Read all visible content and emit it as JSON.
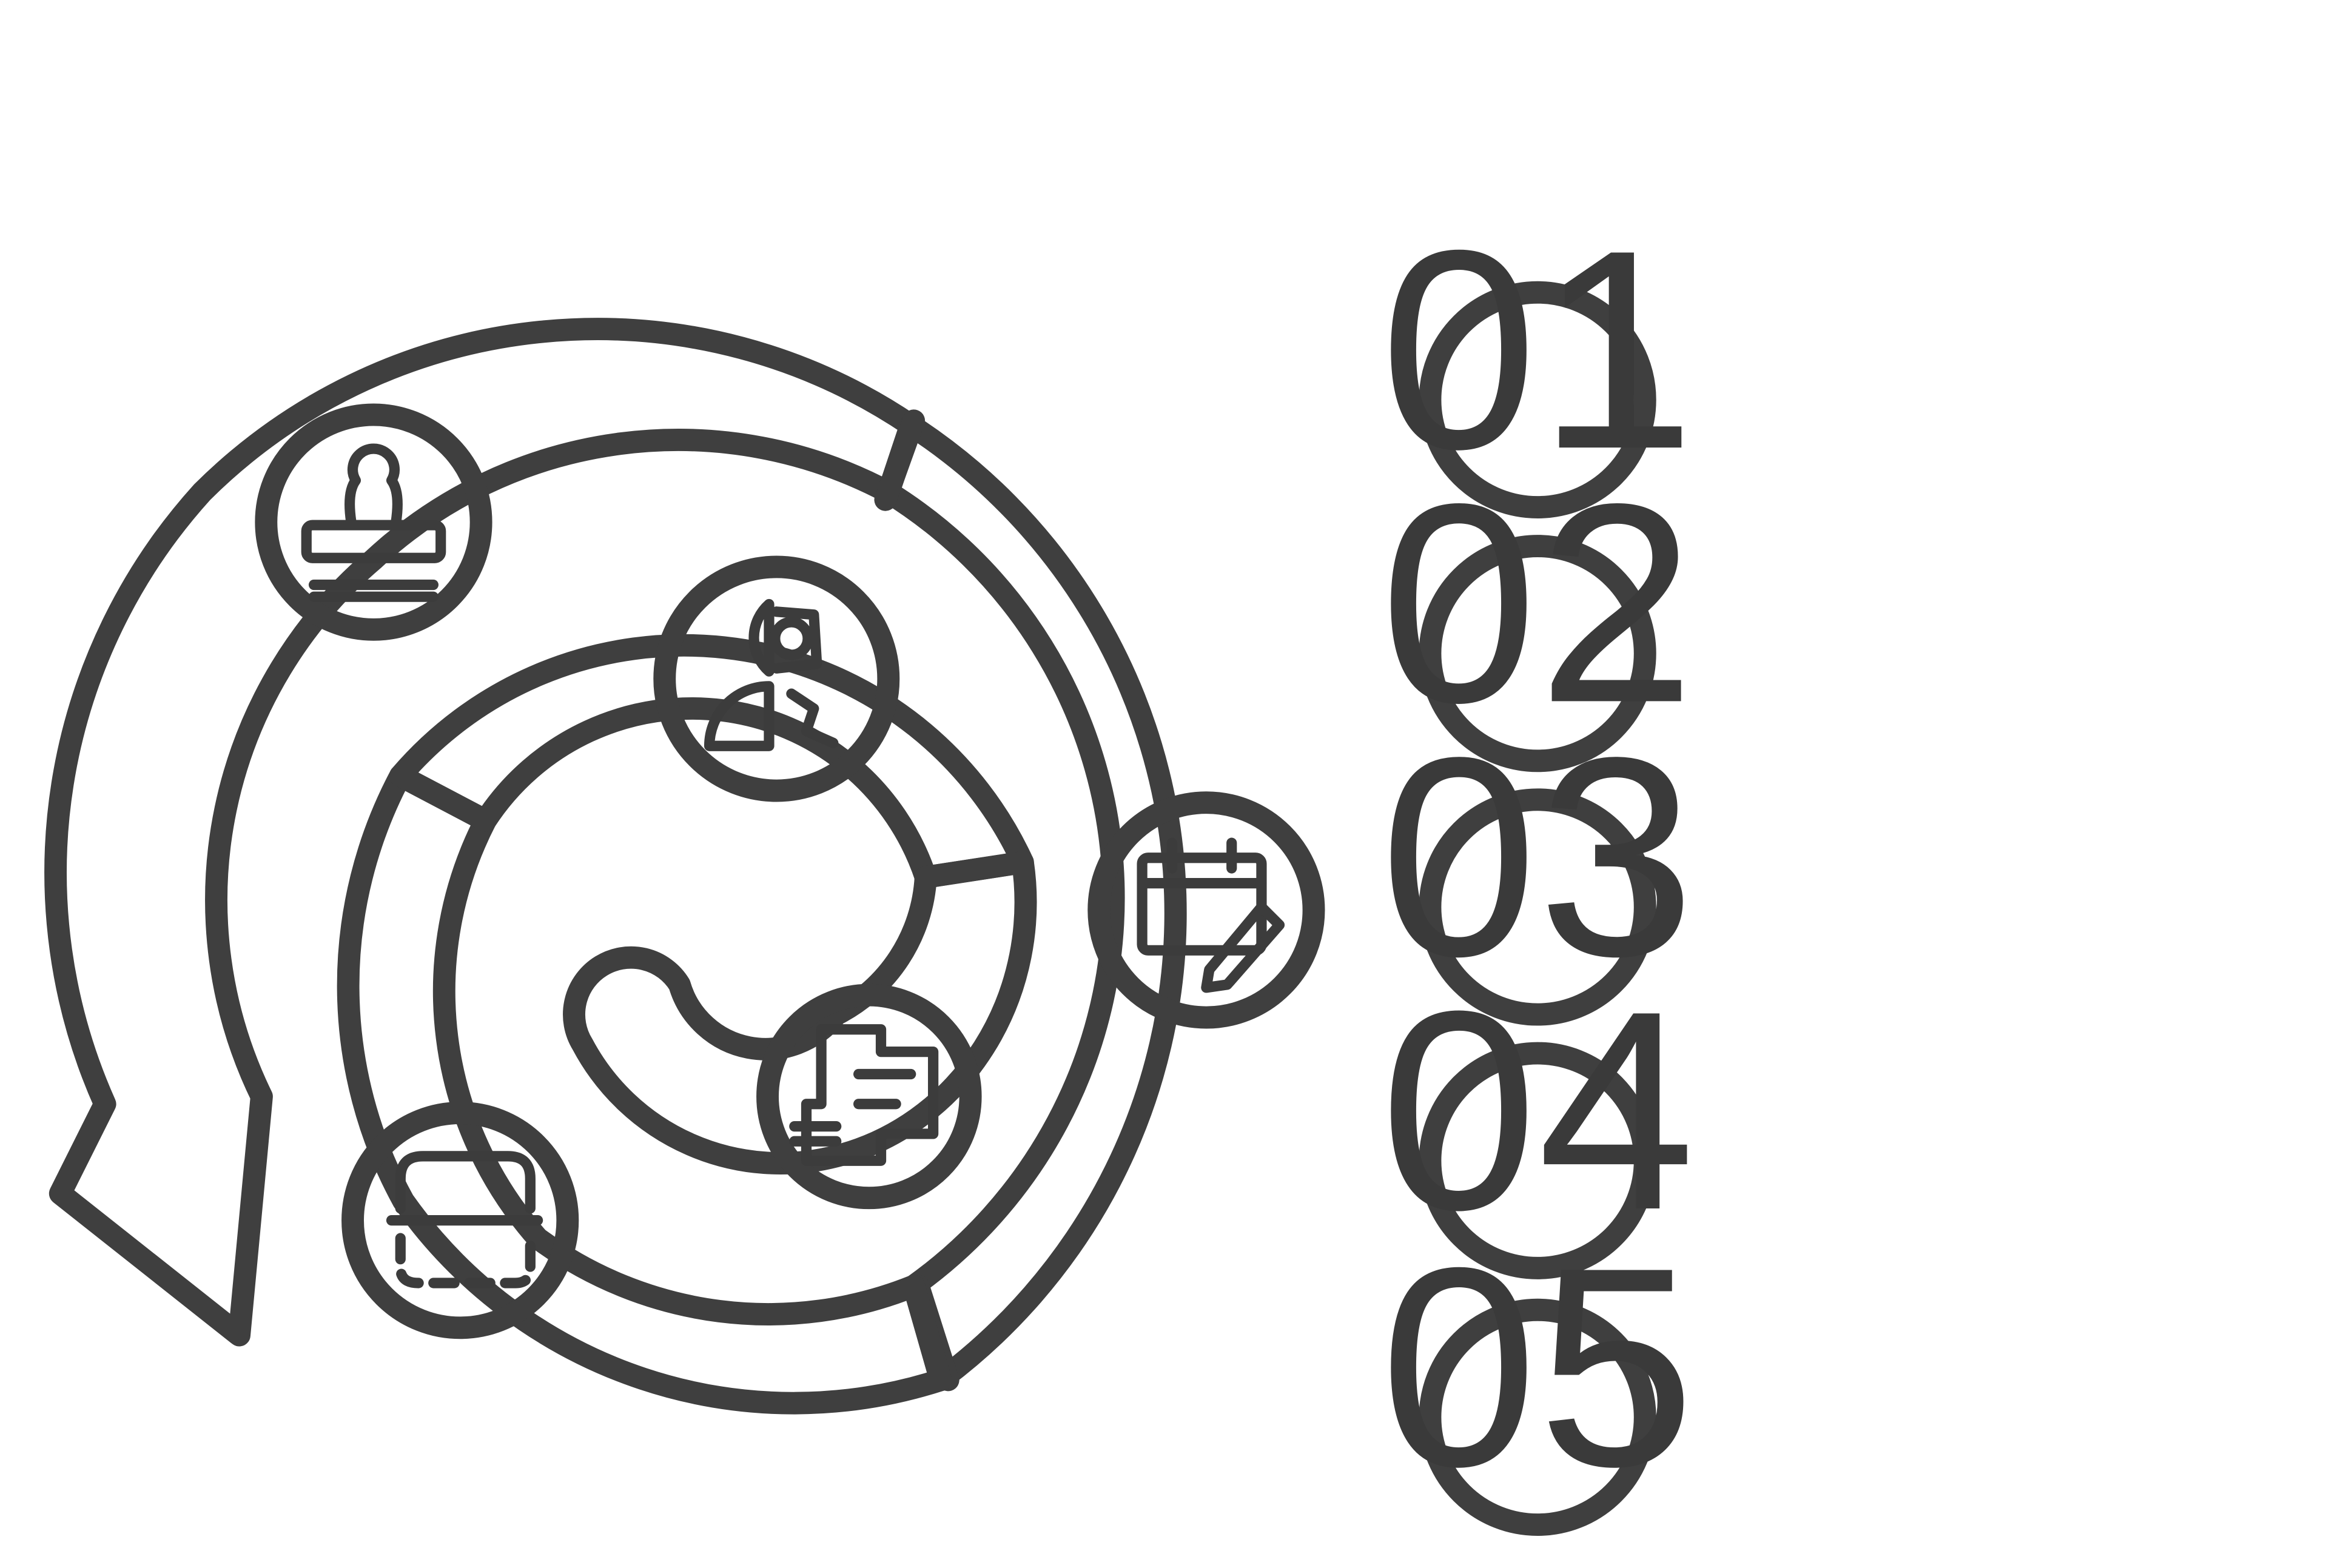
{
  "diagram": {
    "title": "",
    "steps": [
      {
        "number": "01",
        "label": "",
        "color": "#cfdcfb",
        "icon": "floor-plan-icon"
      },
      {
        "number": "02",
        "label": "",
        "color": "#d4effb",
        "icon": "design-engineering-icon"
      },
      {
        "number": "03",
        "label": "",
        "color": "#d6f3e6",
        "icon": "scan-frame-icon"
      },
      {
        "number": "04",
        "label": "",
        "color": "#e5f2d2",
        "icon": "calendar-edit-icon"
      },
      {
        "number": "05",
        "label": "",
        "color": "#fbf7cf",
        "icon": "stamp-icon"
      }
    ],
    "outline_color": "#3f3f3f"
  }
}
